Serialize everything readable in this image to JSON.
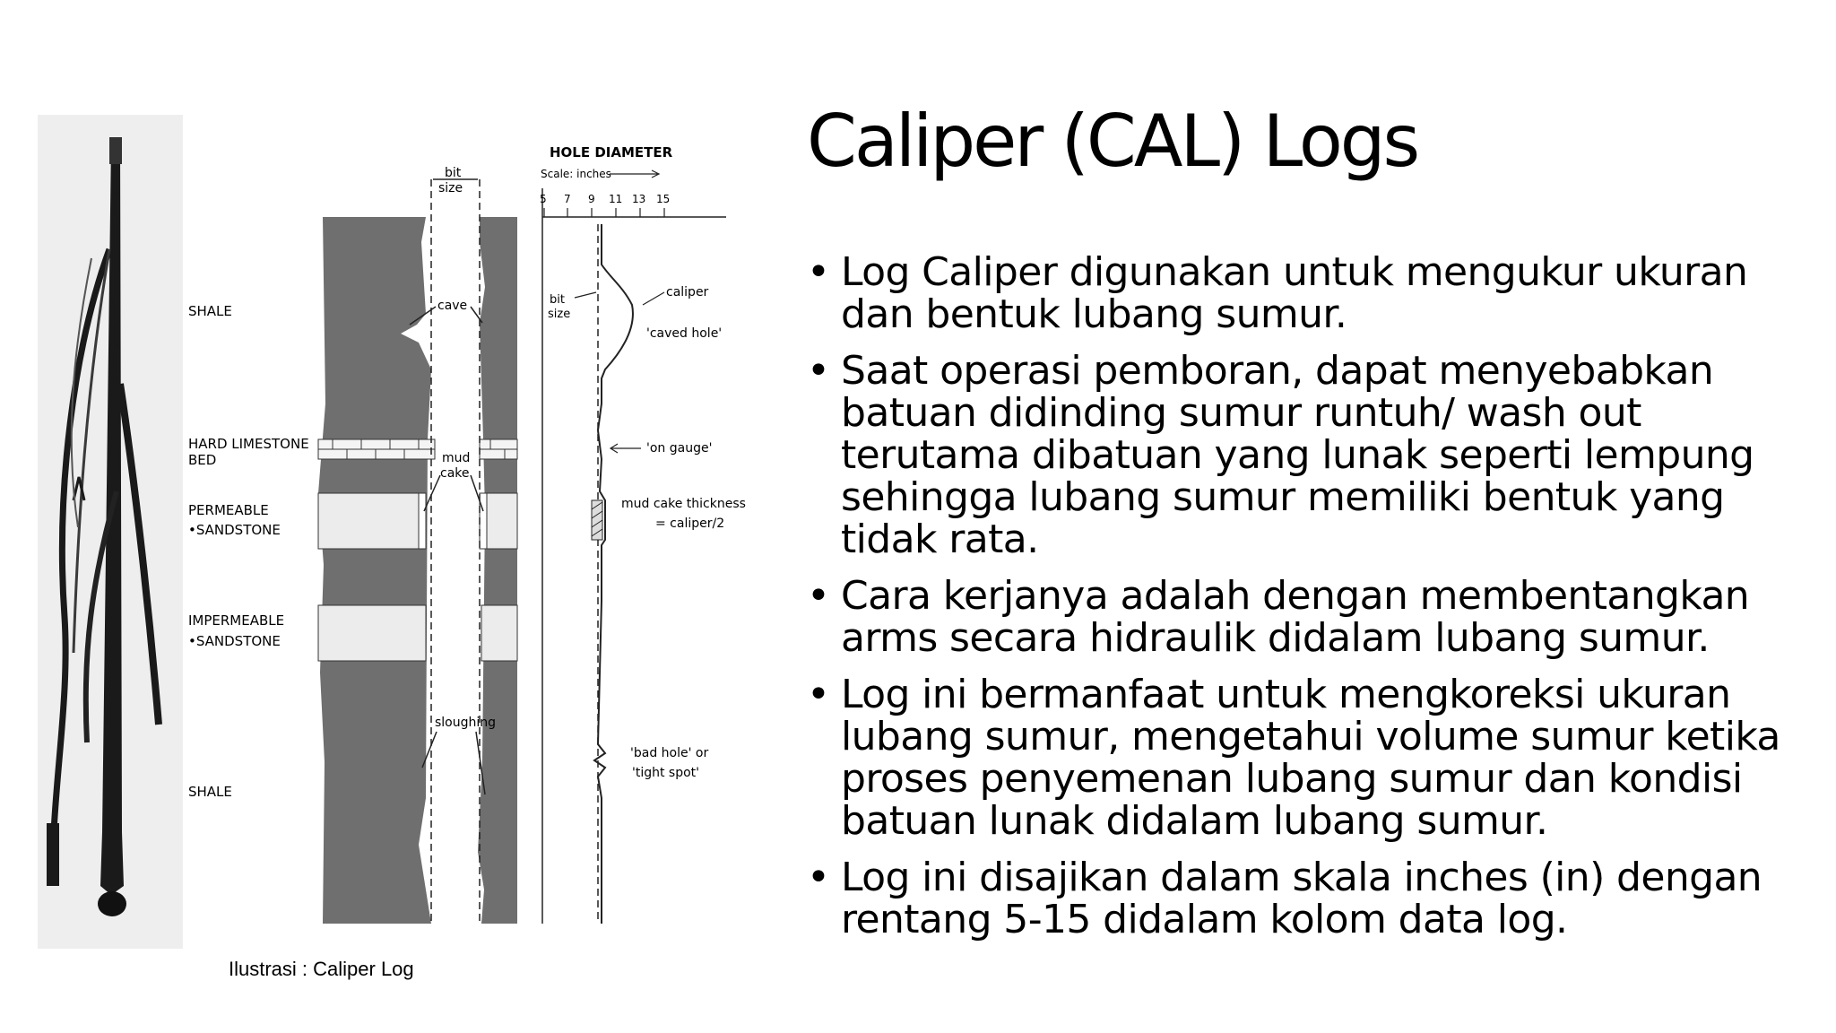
{
  "slide": {
    "title": "Caliper (CAL) Logs",
    "bullets": [
      {
        "lines": [
          "Log Caliper digunakan untuk mengukur ukuran",
          "dan bentuk lubang sumur."
        ]
      },
      {
        "lines": [
          "Saat operasi pemboran, dapat menyebabkan",
          "batuan didinding sumur runtuh/ wash out",
          "terutama dibatuan yang lunak seperti lempung",
          "sehingga lubang sumur memiliki bentuk yang",
          "tidak rata."
        ]
      },
      {
        "lines": [
          "Cara kerjanya adalah dengan membentangkan",
          "arms secara hidraulik didalam lubang sumur."
        ]
      },
      {
        "lines": [
          "Log ini bermanfaat untuk mengkoreksi ukuran",
          "lubang sumur, mengetahui volume sumur ketika",
          "proses penyemenan lubang sumur dan kondisi",
          "batuan lunak didalam lubang sumur."
        ]
      },
      {
        "lines": [
          "Log ini disajikan dalam skala inches (in) dengan",
          "rentang 5-15 didalam kolom data log."
        ]
      }
    ],
    "bullet_char": "•",
    "caption": "Ilustrasi : Caliper Log"
  },
  "diagram": {
    "hole_diameter": "HOLE DIAMETER",
    "scale_label": "Scale: inches",
    "scale_ticks": [
      "5",
      "7",
      "9",
      "11",
      "13",
      "15"
    ],
    "bit_size_top": [
      "bit",
      "size"
    ],
    "formations": {
      "shale_top": "SHALE",
      "hard_limestone": [
        "HARD LIMESTONE",
        "BED"
      ],
      "permeable": [
        "PERMEABLE",
        "•SANDSTONE"
      ],
      "impermeable": [
        "IMPERMEABLE",
        "•SANDSTONE"
      ],
      "shale_bottom": "SHALE"
    },
    "labels": {
      "cave": "cave",
      "mud_cake": [
        "mud",
        "cake"
      ],
      "sloughing": "sloughing",
      "bit_size_log": [
        "bit",
        "size"
      ],
      "caliper": "caliper",
      "caved_hole": "'caved hole'",
      "on_gauge": "'on gauge'",
      "mud_cake_thickness": [
        "mud cake thickness",
        "= caliper/2"
      ],
      "bad_hole": [
        "'bad hole' or",
        "'tight spot'"
      ]
    },
    "colors": {
      "formation": "#6f6f6f",
      "sandstone": "#ececec",
      "photo_bg": "#eeeeee",
      "tool": "#1a1a1a"
    },
    "icons": {
      "tool_photo": "caliper-tool-photo"
    }
  }
}
